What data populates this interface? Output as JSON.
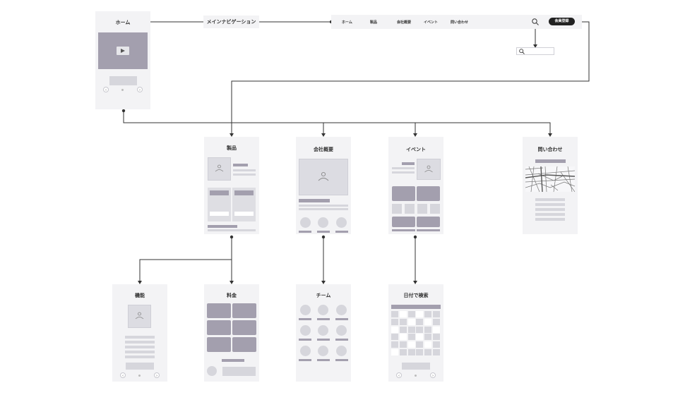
{
  "nav_label": "メインナビゲーション",
  "nav": {
    "items": [
      "ホーム",
      "製品",
      "会社概要",
      "イベント",
      "問い合わせ"
    ],
    "register_button": "会員登録",
    "icons": [
      "search-icon"
    ]
  },
  "cards": {
    "home": "ホーム",
    "products": "製品",
    "company": "会社概要",
    "events": "イベント",
    "contact": "問い合わせ",
    "features": "機能",
    "pricing": "料金",
    "team": "チーム",
    "date_search": "日付で検索"
  },
  "colors": {
    "placeholder": "#a39fae",
    "card_bg": "#f3f3f5",
    "line": "#333333"
  }
}
